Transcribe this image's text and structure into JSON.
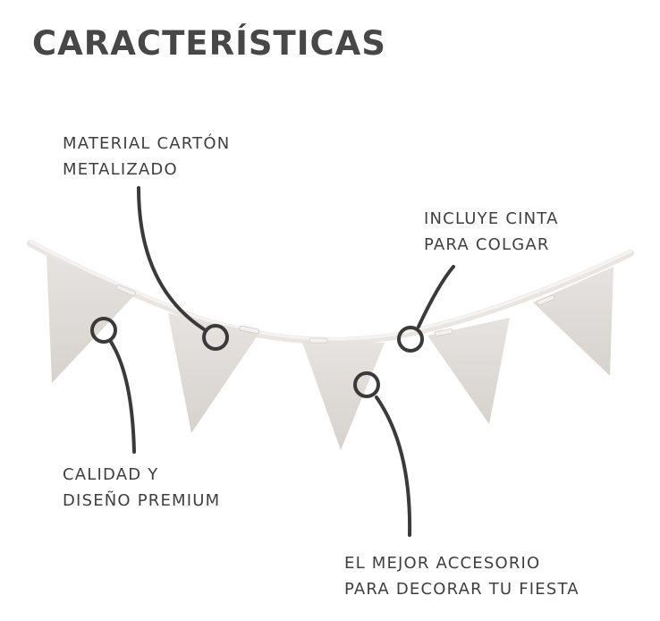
{
  "title": "CARACTERÍSTICAS",
  "features": [
    {
      "id": "material",
      "lines": [
        "MATERIAL CARTÓN",
        "METALIZADO"
      ]
    },
    {
      "id": "cinta",
      "lines": [
        "INCLUYE CINTA",
        "PARA COLGAR"
      ]
    },
    {
      "id": "calidad",
      "lines": [
        "CALIDAD Y",
        "DISEÑO PREMIUM"
      ]
    },
    {
      "id": "accesorio",
      "lines": [
        "EL MEJOR ACCESORIO",
        "PARA DECORAR TU FIESTA"
      ]
    }
  ],
  "colors": {
    "text": "#3f3f3f",
    "pennant": "#ddd9d6",
    "ribbon": "#ece9e6",
    "callout": "#3a3a3a"
  }
}
